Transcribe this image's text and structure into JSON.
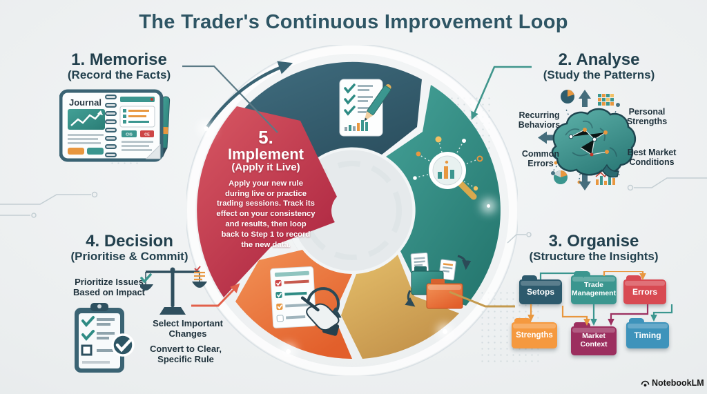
{
  "title": "The Trader's Continuous Improvement Loop",
  "watermark": "NotebookLM",
  "memorise": {
    "heading": "1. Memorise",
    "subheading": "(Record the Facts)",
    "journal_title": "Journal",
    "journal_badges": [
      "CIG",
      "CE"
    ]
  },
  "analyse": {
    "heading": "2. Analyse",
    "subheading": "(Study the Patterns)",
    "labels": [
      "Recurring Behaviors",
      "Personal Strengths",
      "Common Errors",
      "Best Market Conditions"
    ]
  },
  "organise": {
    "heading": "3. Organise",
    "subheading": "(Structure the Insights)",
    "folders": [
      {
        "label": "Setops",
        "color": "#2d5a6d"
      },
      {
        "label": "Trade Management",
        "color": "#3b968f"
      },
      {
        "label": "Errors",
        "color": "#d84a52"
      },
      {
        "label": "Strengths",
        "color": "#f5993f"
      },
      {
        "label": "Market Context",
        "color": "#9c2f5f"
      },
      {
        "label": "Timing",
        "color": "#3e93bb"
      }
    ]
  },
  "decision": {
    "heading": "4. Decision",
    "subheading": "(Prioritise & Commit)",
    "points": [
      "Prioritize Issues Based on Impact",
      "Select Important Changes",
      "Convert to Clear, Specific Rule"
    ]
  },
  "implement": {
    "number": "5.",
    "heading": "Implement",
    "subheading": "(Apply it Live)",
    "body": "Apply your new rule during live or practice trading sessions. Track its effect on your consistency and results, then loop back to Step 1 to record the new data."
  },
  "colors": {
    "background": "#e9eced",
    "heading_text": "#22404d",
    "step_dark_teal": "#33596b",
    "step_teal": "#2f8c82",
    "step_gold": "#d2a854",
    "step_orange": "#ec7a3e",
    "step_red": "#c43a50",
    "accent_teal": "#3f958c",
    "accent_orange": "#e8973f",
    "accent_coral": "#e2604a"
  }
}
